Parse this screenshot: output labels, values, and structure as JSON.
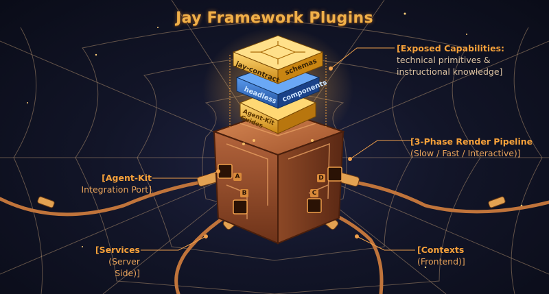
{
  "title": "Jay Framework Plugins",
  "callouts": {
    "exposed": {
      "head": "[Exposed Capabilities:",
      "line2": "technical primitives &",
      "line3": "instructional knowledge]"
    },
    "render": {
      "head": "[3-Phase Render Pipeline",
      "line2": "(Slow / Fast / Interactive)]"
    },
    "agentkit": {
      "head": "[Agent-Kit",
      "line2": "Integration Port]"
    },
    "services": {
      "head": "[Services",
      "line2": "(Server Side)]"
    },
    "contexts": {
      "head": "[Contexts",
      "line2": "(Frontend)]"
    }
  },
  "layers": {
    "top_left": "jay-contract",
    "top_right": "schemas",
    "mid_left": "headless",
    "mid_right": "components",
    "bottom_line1": "Agent-Kit",
    "bottom_line2": "Guides"
  },
  "ports": [
    "A",
    "B",
    "C",
    "D"
  ],
  "colors": {
    "accent": "#f6a13a",
    "copper": "#b8633a",
    "gold": "#f2c14e",
    "blue": "#3d7fd6",
    "background": "#121528"
  }
}
